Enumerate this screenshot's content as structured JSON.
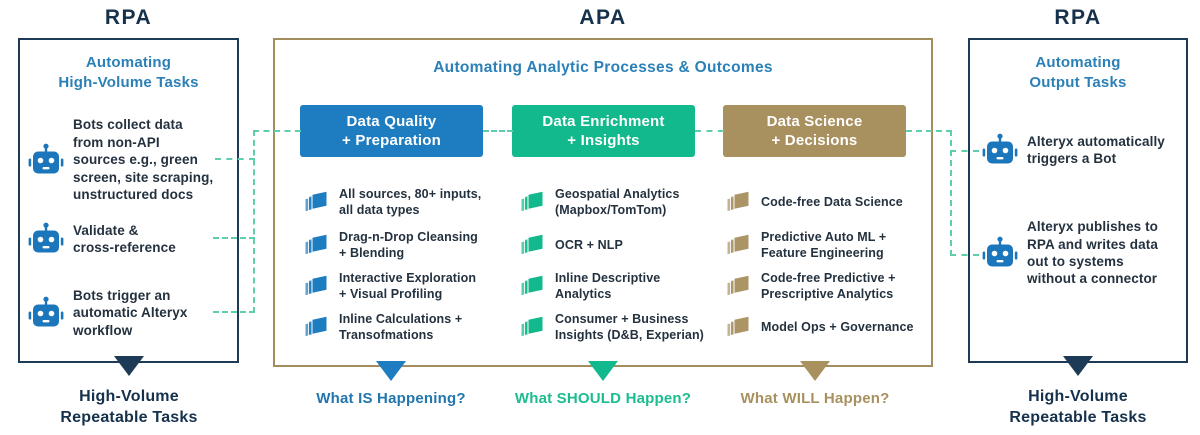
{
  "colors": {
    "navy": "#1d3a57",
    "blue_header": "#1e7cc0",
    "green_header": "#12b98c",
    "tan_header": "#a8905f",
    "blue_text": "#2b80b7",
    "teal_connector": "#5fceae",
    "item_text": "#24313f"
  },
  "left_panel": {
    "title": "RPA",
    "heading": "Automating\nHigh-Volume Tasks",
    "items": [
      {
        "icon": "robot-icon",
        "text": "Bots collect data\nfrom non-API\nsources e.g., green\nscreen, site scraping,\nunstructured docs"
      },
      {
        "icon": "robot-icon",
        "text": "Validate &\ncross-reference"
      },
      {
        "icon": "robot-icon",
        "text": "Bots trigger an\nautomatic Alteryx\nworkflow"
      }
    ],
    "footer": "High-Volume\nRepeatable Tasks"
  },
  "apa_panel": {
    "title": "APA",
    "heading": "Automating Analytic Processes & Outcomes",
    "columns": [
      {
        "header": "Data Quality\n+ Preparation",
        "color": "#1e7cc0",
        "items": [
          {
            "icon": "layers-icon",
            "text": "All sources, 80+ inputs,\nall data types"
          },
          {
            "icon": "layers-icon",
            "text": "Drag-n-Drop Cleansing\n+ Blending"
          },
          {
            "icon": "layers-icon",
            "text": "Interactive Exploration\n+ Visual Profiling"
          },
          {
            "icon": "layers-icon",
            "text": "Inline Calculations +\nTransofmations"
          }
        ],
        "footer": "What IS Happening?"
      },
      {
        "header": "Data Enrichment\n+ Insights",
        "color": "#12b98c",
        "items": [
          {
            "icon": "layers-icon",
            "text": "Geospatial Analytics\n(Mapbox/TomTom)"
          },
          {
            "icon": "layers-icon",
            "text": "OCR + NLP"
          },
          {
            "icon": "layers-icon",
            "text": "Inline Descriptive\nAnalytics"
          },
          {
            "icon": "layers-icon",
            "text": "Consumer + Business\nInsights (D&B, Experian)"
          }
        ],
        "footer": "What SHOULD Happen?"
      },
      {
        "header": "Data Science\n+ Decisions",
        "color": "#a8905f",
        "items": [
          {
            "icon": "layers-icon",
            "text": "Code-free Data Science"
          },
          {
            "icon": "layers-icon",
            "text": "Predictive Auto ML +\nFeature Engineering"
          },
          {
            "icon": "layers-icon",
            "text": "Code-free Predictive +\nPrescriptive Analytics"
          },
          {
            "icon": "layers-icon",
            "text": "Model Ops + Governance"
          }
        ],
        "footer": "What WILL Happen?"
      }
    ]
  },
  "right_panel": {
    "title": "RPA",
    "heading": "Automating\nOutput Tasks",
    "items": [
      {
        "icon": "robot-icon",
        "text": "Alteryx automatically\ntriggers a Bot"
      },
      {
        "icon": "robot-icon",
        "text": "Alteryx publishes to\nRPA and writes data\nout to systems\nwithout a connector"
      }
    ],
    "footer": "High-Volume\nRepeatable Tasks"
  }
}
